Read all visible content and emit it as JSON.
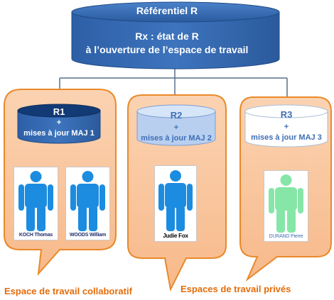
{
  "referentiel": {
    "title": "Référentiel R",
    "line1": "Rx : état de R",
    "line2": "à l’ouverture de l’espace de travail"
  },
  "spaces": [
    {
      "db_name": "R1",
      "db_plus": "+",
      "db_maj": "mises à jour MAJ 1",
      "people": [
        "KOCH Thomas",
        "WOODS William"
      ]
    },
    {
      "db_name": "R2",
      "db_plus": "+",
      "db_maj": "mises à jour MAJ 2",
      "people": [
        "Judie Fox"
      ]
    },
    {
      "db_name": "R3",
      "db_plus": "+",
      "db_maj": "mises à jour MAJ 3",
      "people": [
        "DURAND Pierre"
      ]
    }
  ],
  "captions": {
    "collaborative": "Espace de travail collaboratif",
    "private": "Espaces de travail privés"
  },
  "colors": {
    "db_dark": "#2b5fa8",
    "db_light": "#b9d0ee",
    "db_white": "#ffffff",
    "bubble_fill": "#f9c59a",
    "bubble_stroke": "#e9892a",
    "person_blue": "#1c8ce0",
    "person_green": "#86e6a8",
    "caption": "#e46c0a"
  }
}
